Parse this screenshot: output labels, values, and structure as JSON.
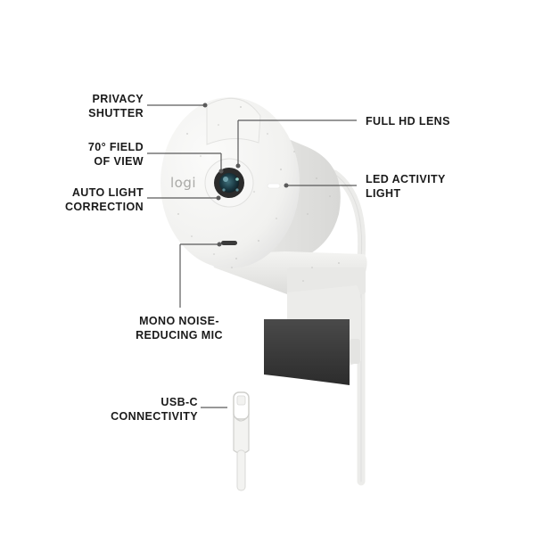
{
  "callouts": {
    "privacy_shutter": [
      "PRIVACY",
      "SHUTTER"
    ],
    "field_of_view": [
      "70° FIELD",
      "OF VIEW"
    ],
    "auto_light": [
      "AUTO LIGHT",
      "CORRECTION"
    ],
    "full_hd_lens": [
      "FULL HD LENS"
    ],
    "led_activity": [
      "LED ACTIVITY",
      "LIGHT"
    ],
    "mono_mic": [
      "MONO NOISE-",
      "REDUCING MIC"
    ],
    "usb_c": [
      "USB-C",
      "CONNECTIVITY"
    ]
  },
  "brand_logo_text": "logi",
  "colors": {
    "body": "#f3f3f1",
    "shadow": "#dcdcd8",
    "lens_ring": "#2b2b2b",
    "lens_glass": "#1b3a44",
    "leader": "#5a5a5a",
    "clip_pad": "#3b3b3b",
    "led": "#ffffff"
  }
}
